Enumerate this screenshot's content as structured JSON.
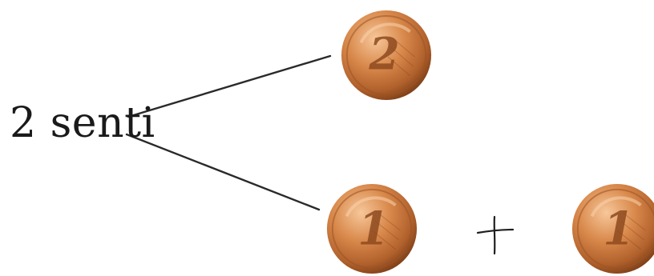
{
  "amount_label": "2 senti",
  "coins": {
    "top": {
      "value": "2",
      "icon": "two-cent-coin-icon"
    },
    "bottom_left": {
      "value": "1",
      "icon": "one-cent-coin-icon"
    },
    "bottom_right": {
      "value": "1",
      "icon": "one-cent-coin-icon"
    }
  },
  "operator": {
    "icon": "plus-sign-icon"
  },
  "colors": {
    "coin_base": "#c77a3e",
    "coin_highlight": "#f2b884",
    "coin_shadow": "#8e4a1f",
    "line": "#2a2a2a"
  }
}
